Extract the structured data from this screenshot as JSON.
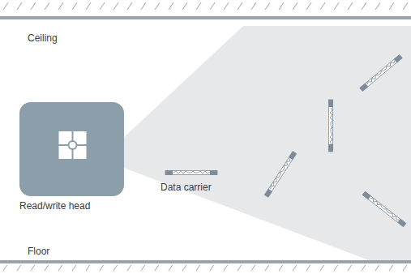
{
  "diagram": {
    "nodes": [
      {
        "text": [
          "Read/write head"
        ]
      }
    ],
    "labels": [
      "Ceiling",
      "Data carrier",
      "Floor"
    ]
  }
}
